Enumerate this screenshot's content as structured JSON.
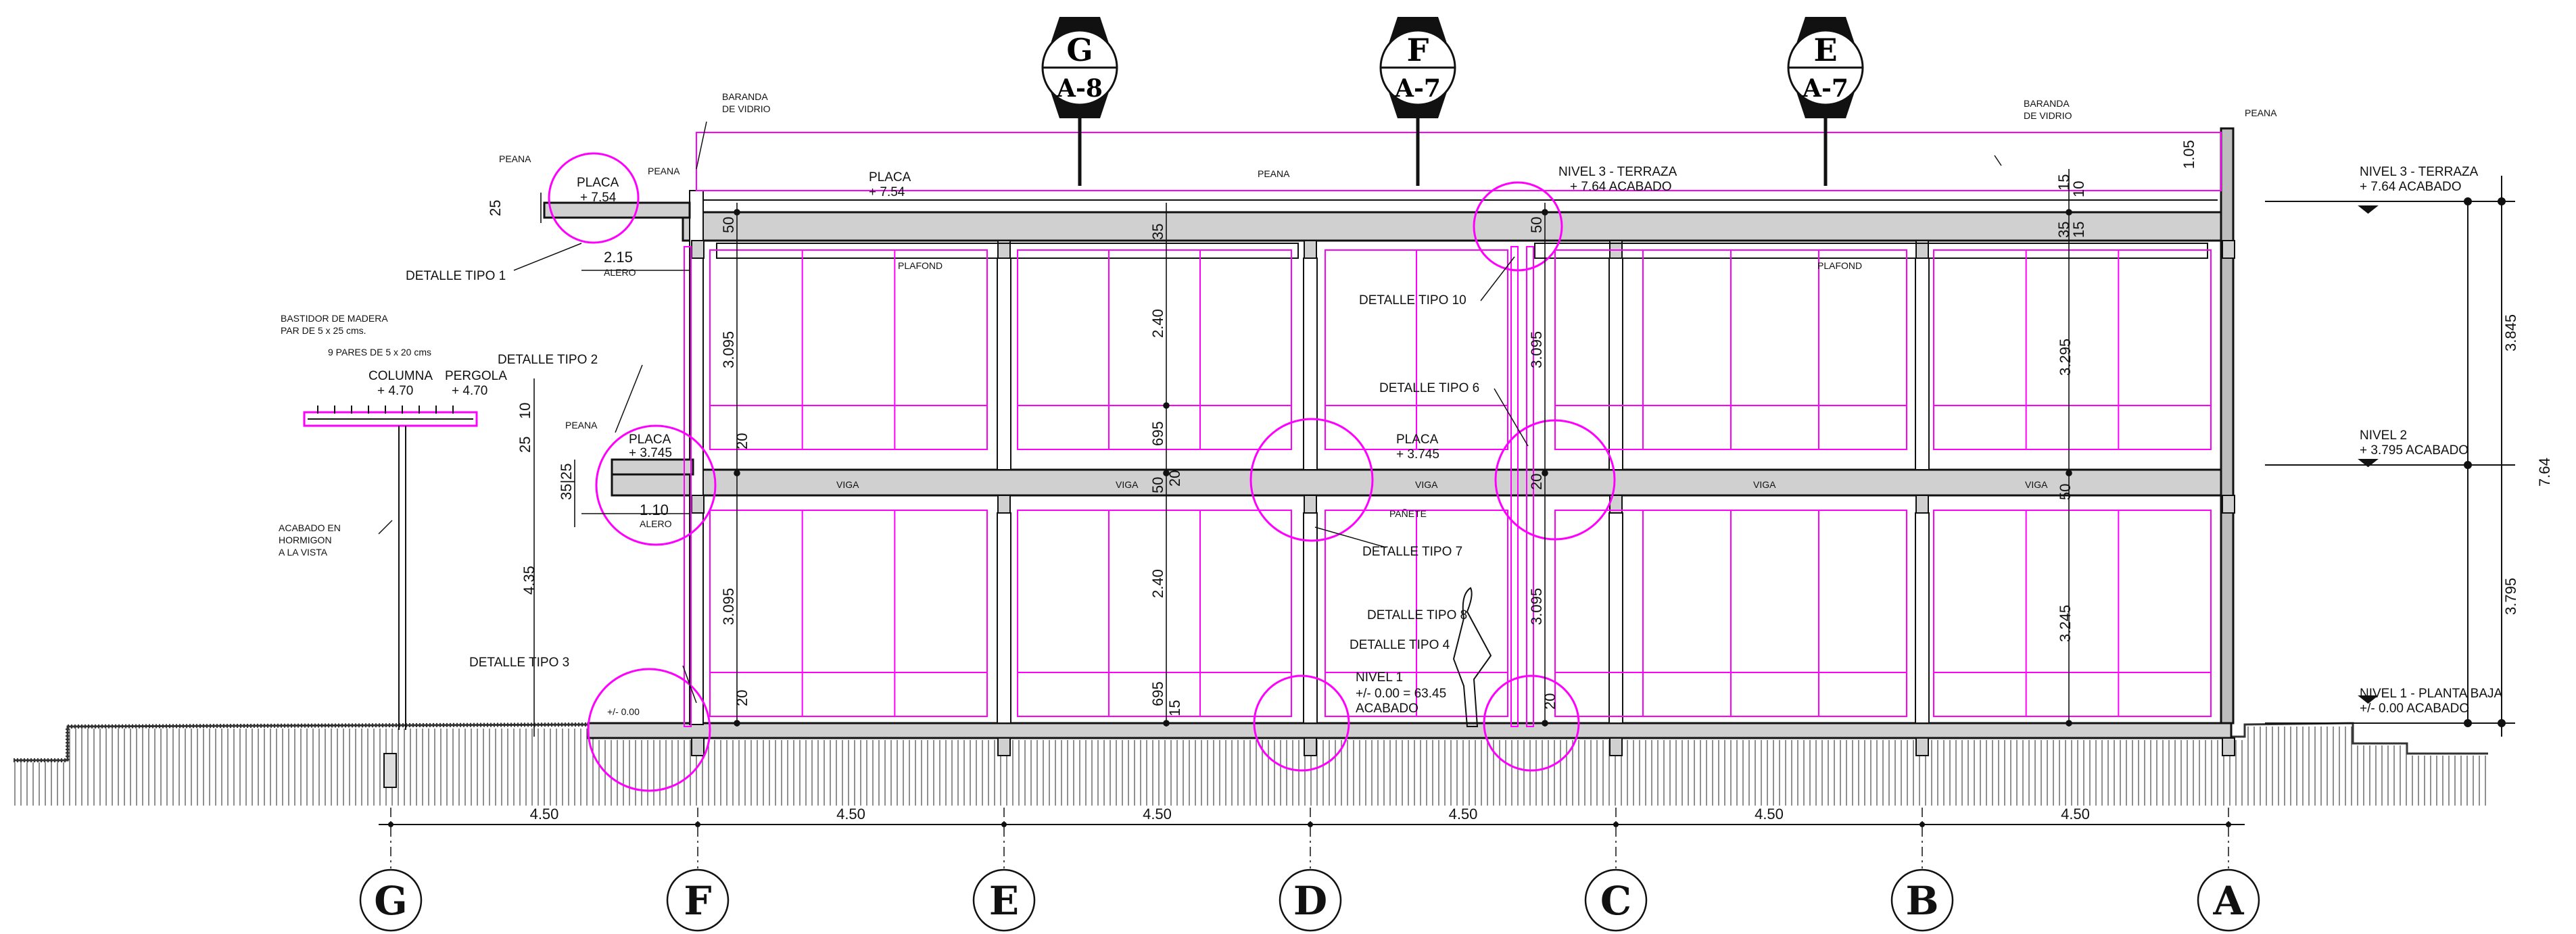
{
  "colors": {
    "ink": "#111111",
    "concrete_fill": "#cfcfcf",
    "magenta": "#ff00ff",
    "ground": "#333333"
  },
  "section_markers": [
    {
      "letter": "G",
      "sheet": "A-8"
    },
    {
      "letter": "F",
      "sheet": "A-7"
    },
    {
      "letter": "E",
      "sheet": "A-7"
    }
  ],
  "axes": [
    "G",
    "F",
    "E",
    "D",
    "C",
    "B",
    "A"
  ],
  "bay_dimensions": [
    "4.50",
    "4.50",
    "4.50",
    "4.50",
    "4.50",
    "4.50"
  ],
  "levels": {
    "n3_title": "NIVEL 3 - TERRAZA",
    "n3_value": "+ 7.64 ACABADO",
    "n3_inline_title": "NIVEL  3  - TERRAZA",
    "n3_inline_value": "+ 7.64  ACABADO",
    "n2_title": "NIVEL 2",
    "n2_value": "+ 3.795  ACABADO",
    "n1_title": "NIVEL  1 - PLANTA BAJA",
    "n1_value": "+/- 0.00  ACABADO",
    "n1_inline_title": "NIVEL  1",
    "n1_inline_value": "+/- 0.00 = 63.45",
    "n1_inline_finish": "ACABADO"
  },
  "right_dims": {
    "upper": "3.845",
    "lower": "3.795",
    "total": "7.64"
  },
  "labels": {
    "peana": "PEANA",
    "placa": "PLACA",
    "placa_top": "+ 7.54",
    "placa_mid": "+ 3.745",
    "baranda_1": "BARANDA",
    "baranda_2": "DE VIDRIO",
    "plafond": "PLAFOND",
    "viga": "VIGA",
    "panete": "PAÑETE",
    "alero": "ALERO",
    "bastidor_1": "BASTIDOR DE MADERA",
    "bastidor_2": "PAR DE 5 x 25 cms.",
    "pares": "9 PARES DE 5 x 20 cms",
    "columna": "COLUMNA",
    "columna_val": "+ 4.70",
    "pergola": "PERGOLA",
    "pergola_val": "+ 4.70",
    "acabado_1": "ACABADO EN",
    "acabado_2": "HORMIGON",
    "acabado_3": "A LA VISTA",
    "cero": "+/- 0.00"
  },
  "details": {
    "t1": "DETALLE  TIPO  1",
    "t2": "DETALLE  TIPO  2",
    "t3": "DETALLE  TIPO  3",
    "t4": "DETALLE  TIPO  4",
    "t6": "DETALLE  TIPO  6",
    "t7": "DETALLE  TIPO  7",
    "t8": "DETALLE  TIPO  8",
    "t10": "DETALLE  TIPO  10"
  },
  "dims": {
    "d105": "1.05",
    "d15": "15",
    "d10": "10",
    "d50": "50",
    "d35": "35",
    "d240": "2.40",
    "d695": "695",
    "d20": "20",
    "d3095": "3.095",
    "d3295": "3.295",
    "d3245": "3.245",
    "d215": "2.15",
    "d110": "1.10",
    "d435": "4.35",
    "d25": "25",
    "d3525": "35|25"
  }
}
